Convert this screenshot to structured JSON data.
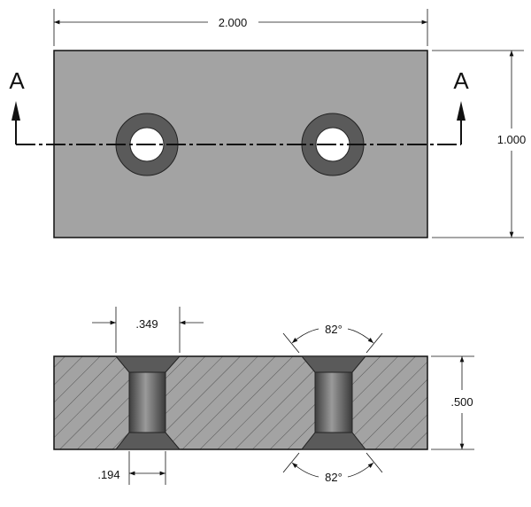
{
  "top_view": {
    "section_label_left": "A",
    "section_label_right": "A",
    "width_dimension": "2.000",
    "height_dimension": "1.000"
  },
  "section_view": {
    "countersink_diameter": ".349",
    "hole_diameter": ".194",
    "thickness": ".500",
    "countersink_angle_top": "82°",
    "countersink_angle_bottom": "82°"
  },
  "colors": {
    "part_fill": "#a3a3a3",
    "countersink": "#5a5a5a",
    "hatch": "#555555",
    "line": "#111111"
  }
}
